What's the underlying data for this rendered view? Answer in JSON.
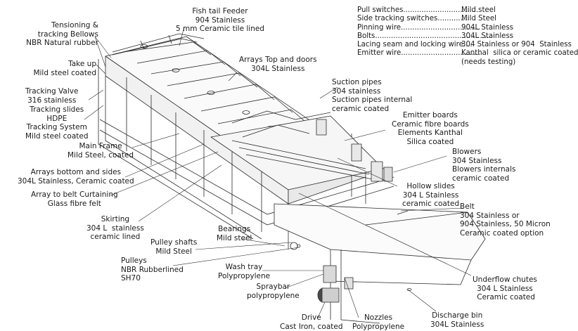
{
  "labels": {
    "fish_tail_feeder": "Fish tail Feeder\n904 Stainless\n5 mm Ceramic tile lined",
    "tensioning": "Tensioning &\ntracking Bellows\nNBR Natural rubber",
    "take_up": "Take up\nMild steel coated",
    "arrays_top": "Arrays Top and doors\n304L Stainless",
    "tracking_valve": "Tracking Valve\n316 stainless",
    "tracking_slides": "Tracking slides\nHDPE\nTracking System\nMild steel coated",
    "suction_pipes": "Suction pipes\n304 stainless\nSuction pipes internal\nceramic coated",
    "emitter_boards": "Emitter boards\nCeramic fibre boards\nElements Kanthal\nSilica coated",
    "main_frame": "Main Frame\nMild Steel, coated",
    "blowers": "Blowers\n304 Stainless\nBlowers internals\nceramic coated",
    "arrays_bottom": "Arrays bottom and sides\n304L Stainless, Ceramic coated",
    "hollow_slides": "Hollow slides\n304 L Stainless\nceramic coated",
    "curtaining": "Array to belt Curtaining\nGlass fibre felt",
    "belt": "Belt\n304 Stainless or\n904 Stainless, 50 Micron\nCeramic coated option",
    "skirting": "Skirting\n304 L  stainless\nceramic lined",
    "bearings": "Bearings\nMild steel",
    "pulley_shafts": "Pulley shafts\nMild Steel",
    "pulleys": "Pulleys\nNBR Rubberlined\nSH70",
    "wash_tray": "Wash tray\nPolypropylene",
    "spraybar": "Spraybar\npolypropylene",
    "underflow": "Underflow chutes\n304 L Stainless\n Ceramic coated",
    "drive": "Drive\nCast Iron, coated",
    "nozzles": "Nozzles\nPolypropylene",
    "discharge_bin": "Discharge bin\n304L Stainless"
  },
  "materials_list": [
    {
      "part": "Pull switches.................................",
      "material": "Mild steel"
    },
    {
      "part": "Side tracking switches..............",
      "material": "Mild Steel"
    },
    {
      "part": "Pinning wire...................................",
      "material": "904L Stainless"
    },
    {
      "part": "Bolts...................................................",
      "material": "304L Stainless"
    },
    {
      "part": "Lacing seam and locking wire....",
      "material": "304 Stainless or 904  Stainless"
    },
    {
      "part": "Emitter wire...................................",
      "material": "Kanthal  silica or ceramic coated\n(needs testing)"
    }
  ]
}
